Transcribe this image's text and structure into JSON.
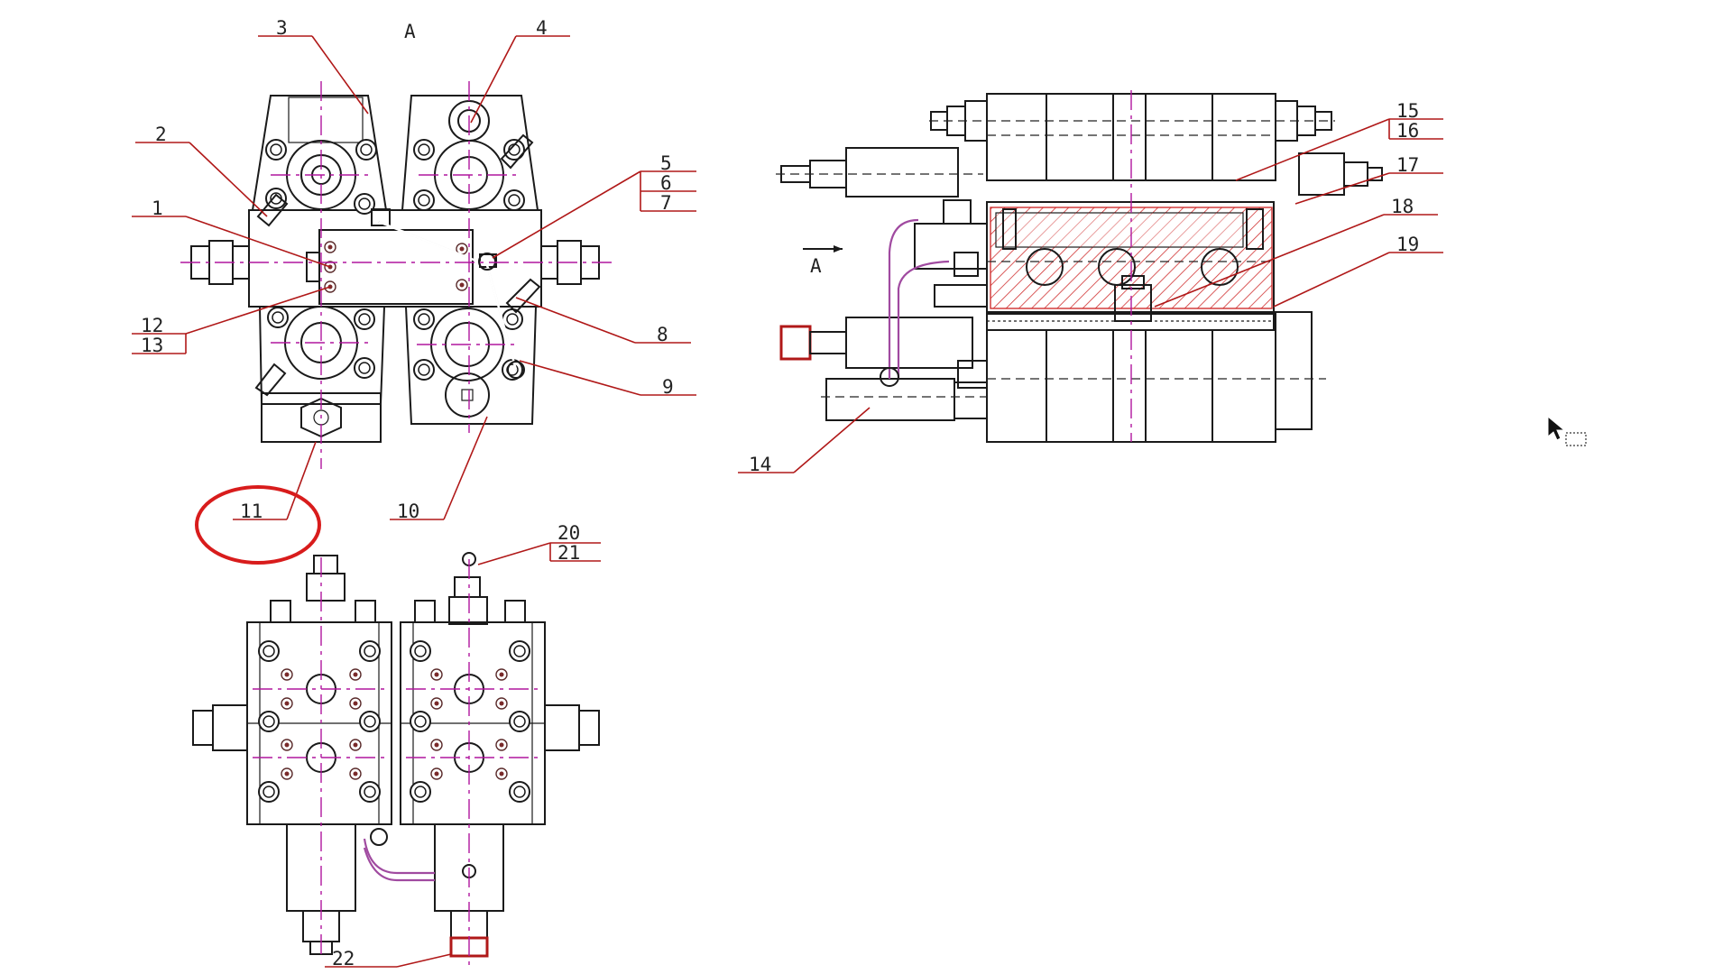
{
  "view_label_top": "A",
  "view_label_side": "A",
  "colors": {
    "leader": "#b01818",
    "outline": "#1a1a1a",
    "centerline": "#b0169e",
    "hatch": "#d03030",
    "highlight_circle": "#d81c1c"
  },
  "callouts": {
    "c1": "1",
    "c2": "2",
    "c3": "3",
    "c4": "4",
    "c5": "5",
    "c6": "6",
    "c7": "7",
    "c8": "8",
    "c9": "9",
    "c10": "10",
    "c11": "11",
    "c12": "12",
    "c13": "13",
    "c14": "14",
    "c15": "15",
    "c16": "16",
    "c17": "17",
    "c18": "18",
    "c19": "19",
    "c20": "20",
    "c21": "21",
    "c22": "22"
  },
  "highlighted_callout": "11",
  "icons": {
    "cursor": "mouse-pointer-icon"
  }
}
